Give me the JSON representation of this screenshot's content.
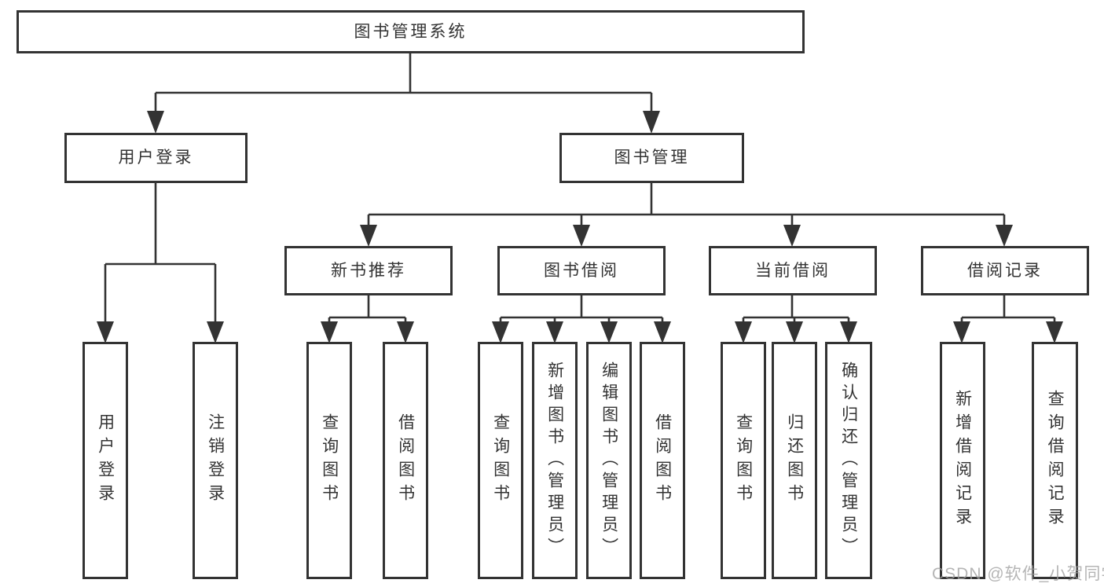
{
  "colors": {
    "line": "#333333",
    "box_border": "#333333",
    "box_fill": "#ffffff",
    "text": "#333333",
    "watermark": "#a0a0a0",
    "background": "#ffffff"
  },
  "watermark": {
    "text": "CSDN @软件_小贺同学"
  },
  "diagram": {
    "type": "hierarchy-diagram",
    "root": {
      "label": "图书管理系统"
    },
    "branches": [
      {
        "label": "用户登录",
        "children": [
          {
            "label": "用户登录"
          },
          {
            "label": "注销登录"
          }
        ]
      },
      {
        "label": "图书管理",
        "children": [
          {
            "label": "新书推荐",
            "children": [
              {
                "label": "查询图书"
              },
              {
                "label": "借阅图书"
              }
            ]
          },
          {
            "label": "图书借阅",
            "children": [
              {
                "label": "查询图书"
              },
              {
                "label": "新增图书（管理员）"
              },
              {
                "label": "编辑图书（管理员）"
              },
              {
                "label": "借阅图书"
              }
            ]
          },
          {
            "label": "当前借阅",
            "children": [
              {
                "label": "查询图书"
              },
              {
                "label": "归还图书"
              },
              {
                "label": "确认归还（管理员）"
              }
            ]
          },
          {
            "label": "借阅记录",
            "children": [
              {
                "label": "新增借阅记录"
              },
              {
                "label": "查询借阅记录"
              }
            ]
          }
        ]
      }
    ]
  }
}
